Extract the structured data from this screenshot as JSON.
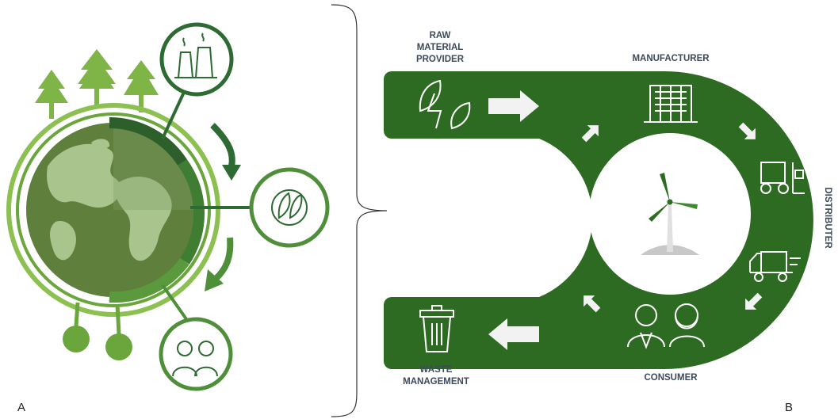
{
  "panel_a": {
    "letter": "A",
    "icons": [
      "factory-icon",
      "leaves-recycle-icon",
      "people-icon"
    ],
    "colors": {
      "dark": "#2d6b33",
      "mid": "#4f8f3a",
      "light": "#8cc152",
      "earth": "#5b7a3a"
    }
  },
  "panel_b": {
    "letter": "B",
    "labels": {
      "raw_line1": "RAW",
      "raw_line2": "MATERIAL",
      "raw_line3": "PROVIDER",
      "manufacturer": "MANUFACTURER",
      "distributer": "DISTRIBUTER",
      "consumer": "CONSUMER",
      "waste_line1": "WASTE",
      "waste_line2": "MANAGEMENT"
    },
    "icons": [
      "leaf-energy-icon",
      "building-icon",
      "forklift-icon",
      "truck-icon",
      "people-icon",
      "trash-icon",
      "recycle-icon",
      "wind-turbine-icon"
    ],
    "colors": {
      "band": "#2e6b22",
      "arrow": "#f2f2f2",
      "label": "#3d4a5c"
    }
  }
}
